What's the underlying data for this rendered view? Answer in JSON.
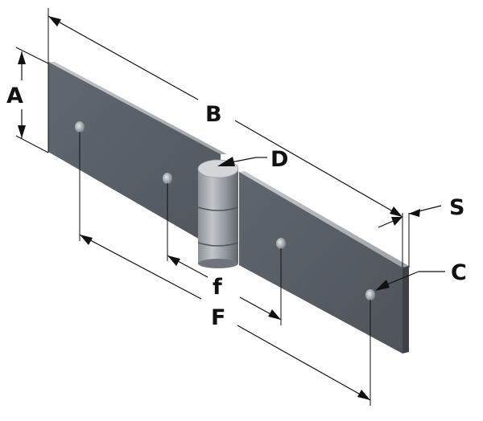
{
  "labels": {
    "A": "A",
    "B": "B",
    "D": "D",
    "S": "S",
    "C": "C",
    "f": "f",
    "F": "F"
  },
  "colors": {
    "plate_face": "#5b6167",
    "plate_top": "#b9bec3",
    "plate_side": "#3c4146",
    "barrel_light": "#c9cdd1",
    "barrel_dark": "#6b7177",
    "line": "#111111"
  }
}
